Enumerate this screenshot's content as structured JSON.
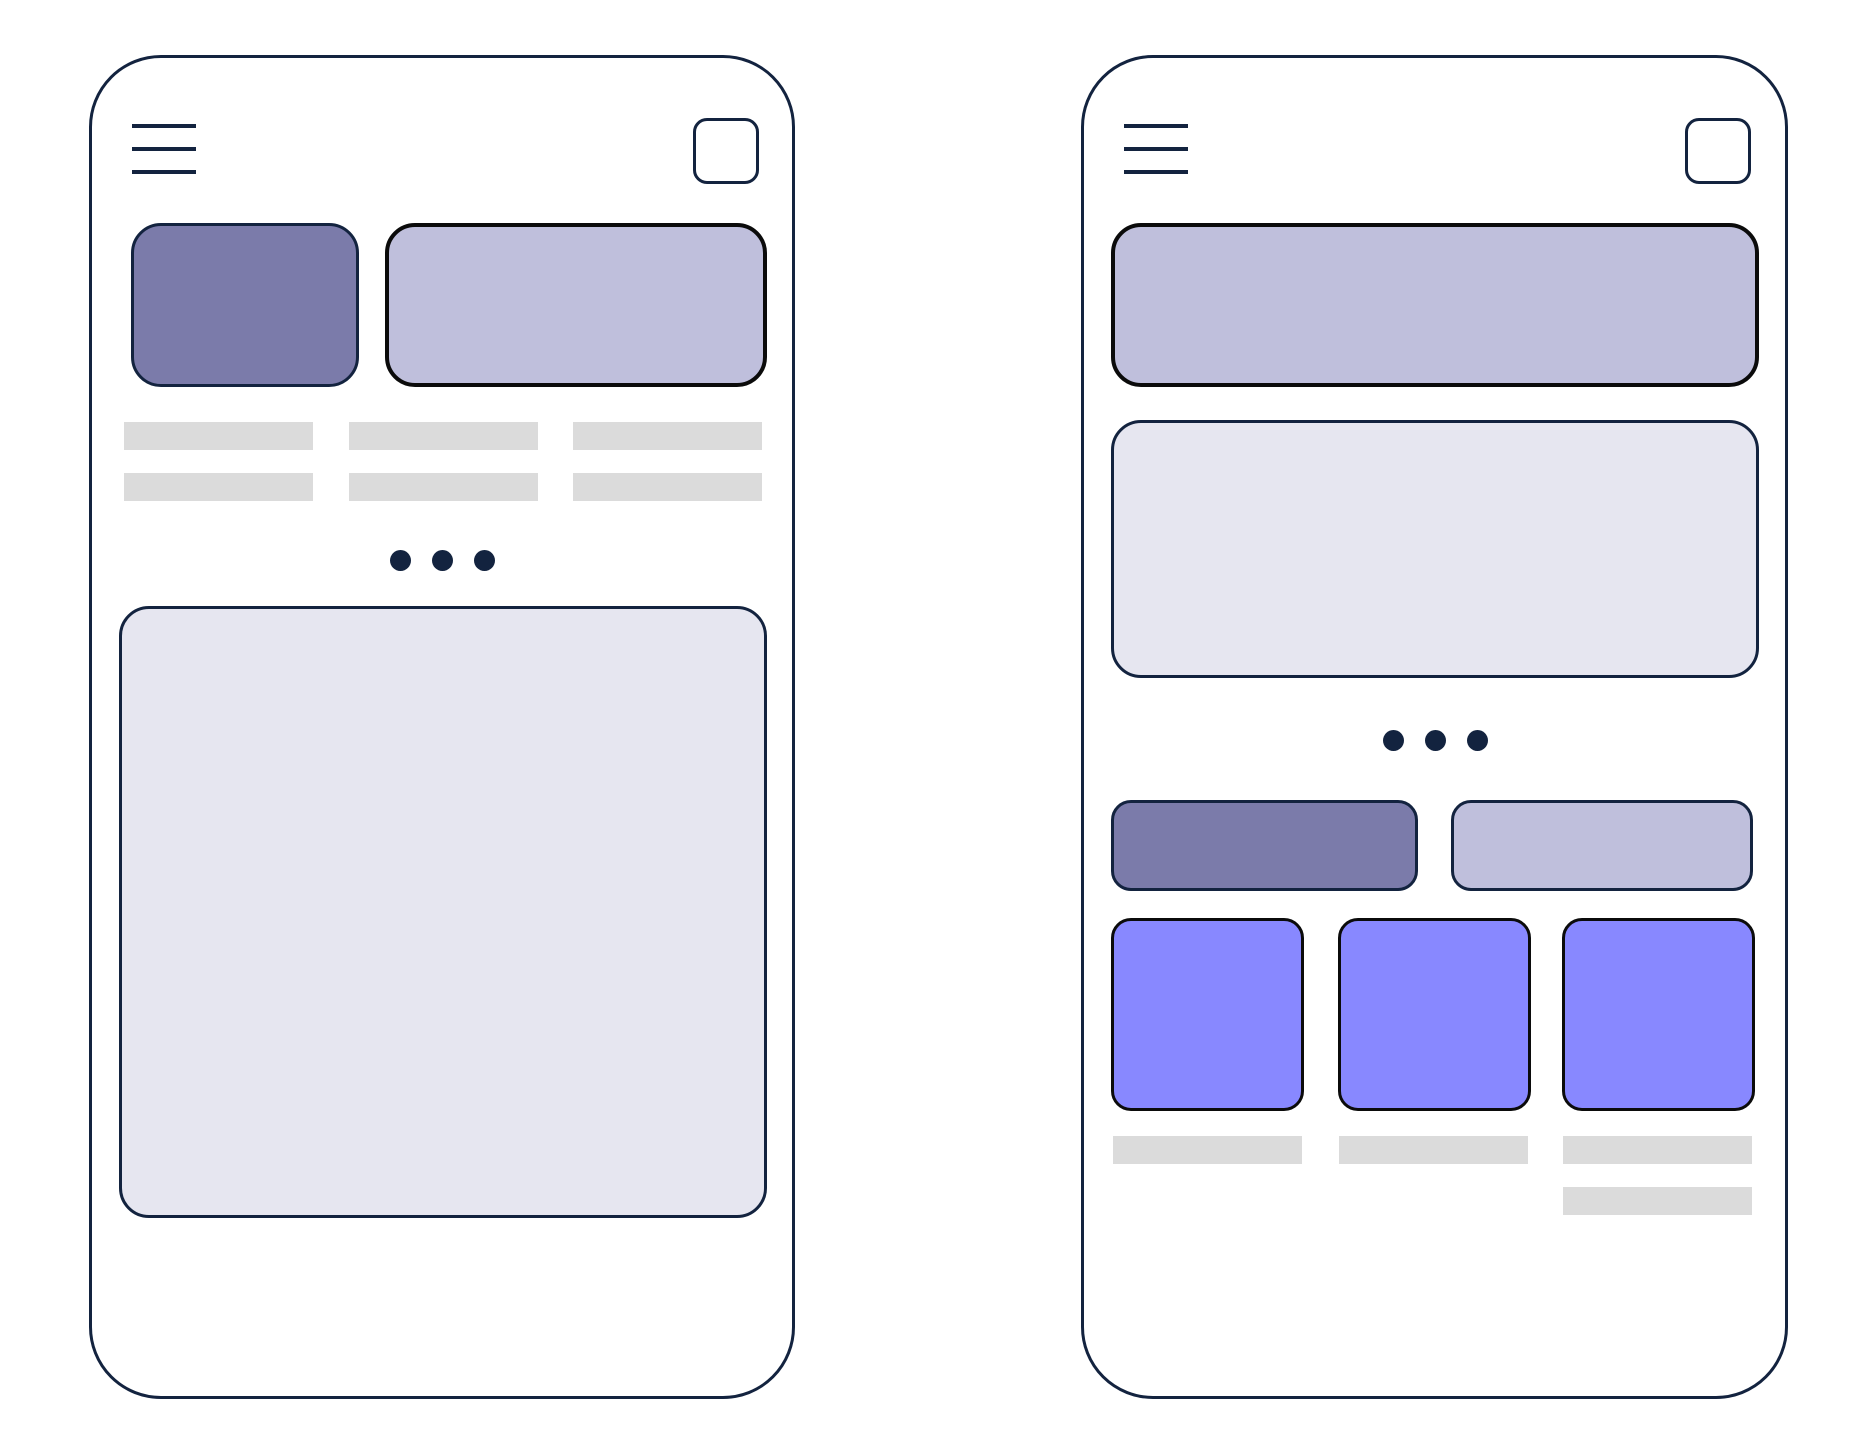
{
  "palette": {
    "outline": "#13233f",
    "dark_card": "#7b7baa",
    "light_card": "#bfbfdc",
    "panel": "#e6e6f0",
    "tile": "#8888ff",
    "placeholder_bar": "#dbdbdb"
  },
  "left_phone": {
    "icons": [
      "hamburger-menu-icon",
      "square-icon"
    ],
    "pagination_dots": 3
  },
  "right_phone": {
    "icons": [
      "hamburger-menu-icon",
      "square-icon"
    ],
    "pagination_dots": 3,
    "tiles": 3
  }
}
